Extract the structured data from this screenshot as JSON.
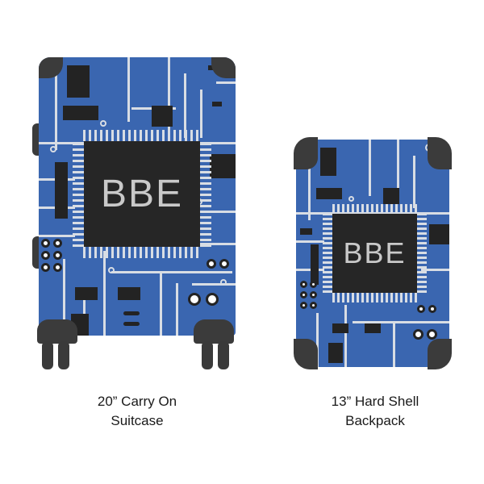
{
  "products": [
    {
      "name": "20” Carry On Suitcase",
      "caption_line1": "20” Carry On",
      "caption_line2": "Suitcase",
      "monogram": "BBE",
      "pattern": "circuit-board",
      "colors": {
        "shell": "#3a66b0",
        "trace": "#d8dde4",
        "chip": "#232323",
        "hardware": "#3b3b3b"
      }
    },
    {
      "name": "13” Hard Shell Backpack",
      "caption_line1": "13” Hard Shell",
      "caption_line2": "Backpack",
      "monogram": "BBE",
      "pattern": "circuit-board",
      "colors": {
        "shell": "#3a66b0",
        "trace": "#d8dde4",
        "chip": "#232323",
        "hardware": "#3b3b3b"
      }
    }
  ]
}
